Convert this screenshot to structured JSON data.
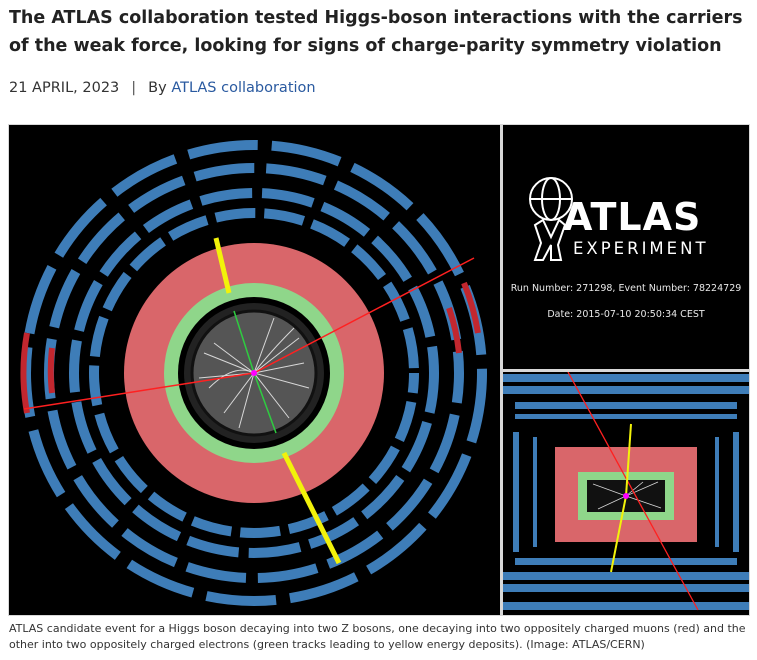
{
  "article": {
    "title": "The ATLAS collaboration tested Higgs-boson interactions with the carriers of the weak force, looking for signs of charge-parity symmetry violation",
    "date": "21 APRIL, 2023",
    "separator": "|",
    "by_prefix": "By",
    "author": "ATLAS collaboration"
  },
  "figure": {
    "logo_main": "ATLAS",
    "logo_sub": "EXPERIMENT",
    "run_info": "Run Number: 271298, Event Number: 78224729",
    "date_info": "Date: 2015-07-10 20:50:34 CEST",
    "caption": "ATLAS candidate event for a Higgs boson decaying into two Z bosons, one decaying into two oppositely charged muons (red) and the other into two oppositely charged electrons (green tracks leading to yellow energy deposits). (Image: ATLAS/CERN)"
  },
  "colors": {
    "muon_chamber": "#3e7db8",
    "calorimeter_had": "#d9666a",
    "calorimeter_em": "#8fd68a",
    "muon_track": "#ff2020",
    "energy_deposit": "#f2f20a"
  }
}
